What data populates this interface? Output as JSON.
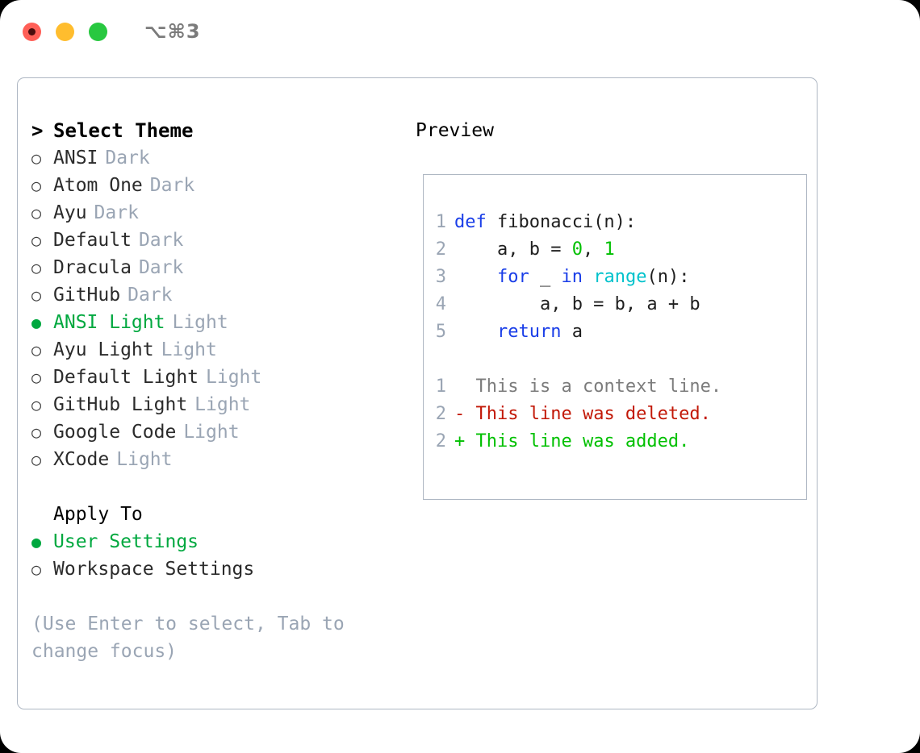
{
  "window": {
    "shortcut": "⌥⌘3",
    "traffic_lights": [
      {
        "name": "close",
        "color": "#ff5f57"
      },
      {
        "name": "minimize",
        "color": "#ffbd2e"
      },
      {
        "name": "maximize",
        "color": "#28c840"
      }
    ]
  },
  "colors": {
    "accent_green": "#00a83f",
    "muted": "#9aa5b4",
    "border": "#aeb7c3",
    "keyword_blue": "#1a3ee8",
    "function_cyan": "#00c2cc",
    "number_green": "#00c000",
    "diff_deleted": "#c21807",
    "diff_added": "#00c000"
  },
  "theme_picker": {
    "header_caret": ">",
    "header": "Select Theme",
    "bullet_unselected": "○",
    "bullet_selected": "●",
    "items": [
      {
        "label": "ANSI",
        "suffix": "Dark",
        "selected": false
      },
      {
        "label": "Atom One",
        "suffix": "Dark",
        "selected": false
      },
      {
        "label": "Ayu",
        "suffix": "Dark",
        "selected": false
      },
      {
        "label": "Default",
        "suffix": "Dark",
        "selected": false
      },
      {
        "label": "Dracula",
        "suffix": "Dark",
        "selected": false
      },
      {
        "label": "GitHub",
        "suffix": "Dark",
        "selected": false
      },
      {
        "label": "ANSI Light",
        "suffix": "Light",
        "selected": true
      },
      {
        "label": "Ayu Light",
        "suffix": "Light",
        "selected": false
      },
      {
        "label": "Default Light",
        "suffix": "Light",
        "selected": false
      },
      {
        "label": "GitHub Light",
        "suffix": "Light",
        "selected": false
      },
      {
        "label": "Google Code",
        "suffix": "Light",
        "selected": false
      },
      {
        "label": "XCode",
        "suffix": "Light",
        "selected": false
      }
    ]
  },
  "apply_to": {
    "header": "Apply To",
    "items": [
      {
        "label": "User Settings",
        "selected": true
      },
      {
        "label": "Workspace Settings",
        "selected": false
      }
    ]
  },
  "hint": "(Use Enter to select, Tab to change focus)",
  "preview": {
    "title": "Preview",
    "code_lines": [
      {
        "number": "1",
        "tokens": [
          {
            "text": "def ",
            "type": "kw"
          },
          {
            "text": "fibonacci(n):",
            "type": "plain"
          }
        ]
      },
      {
        "number": "2",
        "tokens": [
          {
            "text": "    a, b = ",
            "type": "plain"
          },
          {
            "text": "0",
            "type": "num"
          },
          {
            "text": ", ",
            "type": "plain"
          },
          {
            "text": "1",
            "type": "num"
          }
        ]
      },
      {
        "number": "3",
        "tokens": [
          {
            "text": "    ",
            "type": "plain"
          },
          {
            "text": "for",
            "type": "kw"
          },
          {
            "text": " _ ",
            "type": "plain"
          },
          {
            "text": "in",
            "type": "kw"
          },
          {
            "text": " ",
            "type": "plain"
          },
          {
            "text": "range",
            "type": "fn"
          },
          {
            "text": "(n):",
            "type": "plain"
          }
        ]
      },
      {
        "number": "4",
        "tokens": [
          {
            "text": "        a, b = b, a + b",
            "type": "plain"
          }
        ]
      },
      {
        "number": "5",
        "tokens": [
          {
            "text": "    ",
            "type": "plain"
          },
          {
            "text": "return",
            "type": "kw"
          },
          {
            "text": " a",
            "type": "plain"
          }
        ]
      }
    ],
    "diff_lines": [
      {
        "number": "1",
        "marker": "  ",
        "text": "This is a context line.",
        "kind": "context"
      },
      {
        "number": "2",
        "marker": "- ",
        "text": "This line was deleted.",
        "kind": "deleted"
      },
      {
        "number": "2",
        "marker": "+ ",
        "text": "This line was added.",
        "kind": "added"
      }
    ]
  }
}
